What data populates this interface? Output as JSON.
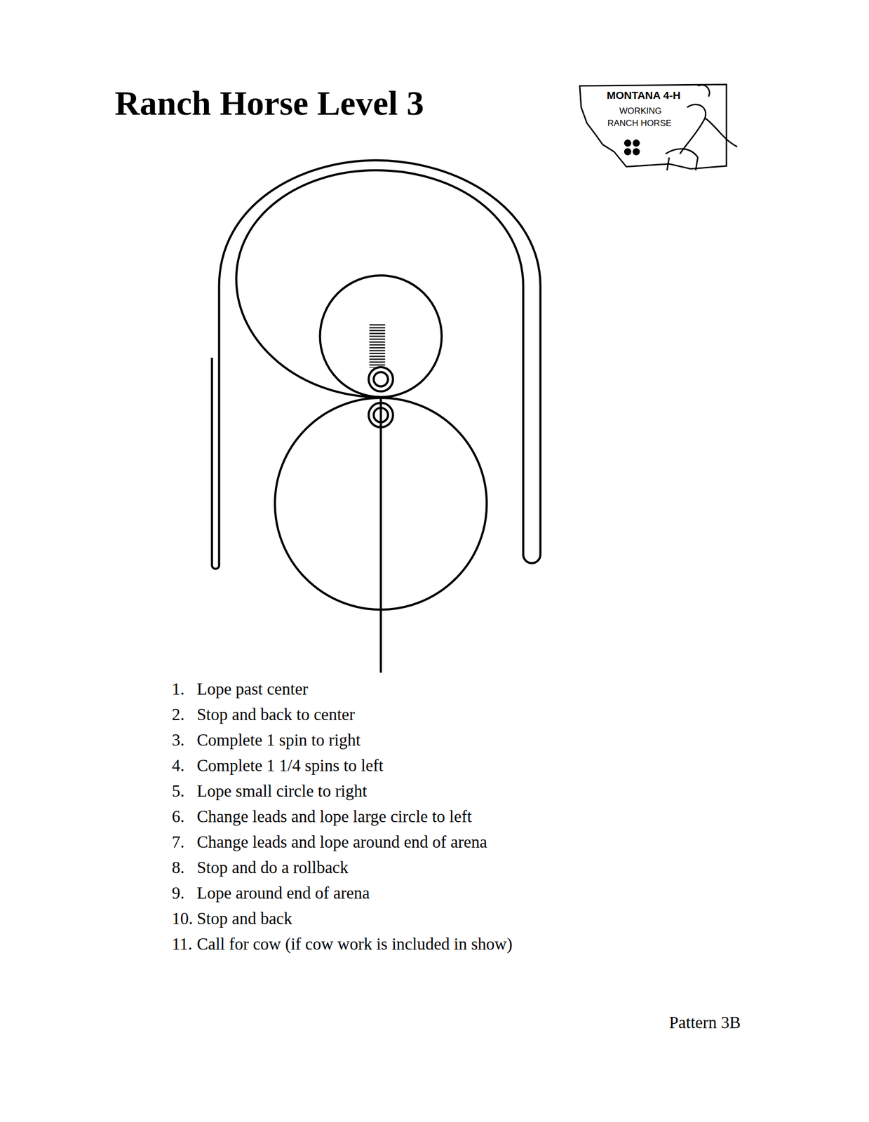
{
  "diagram": {
    "title": "Ranch Horse Level 3",
    "labels": [
      "MONTANA 4-H",
      "WORKING",
      "RANCH HORSE",
      "1.",
      "Lope past center",
      "2.",
      "Stop and back to center",
      "3.",
      "Complete 1 spin to right",
      "4.",
      "Complete 1 1/4 spins to left",
      "5.",
      "Lope small circle to right",
      "6.",
      "Change leads and lope large circle to left",
      "7.",
      "Change leads and lope around end of arena",
      "8.",
      "Stop and do a rollback",
      "9.",
      "Lope around end of arena",
      "10.",
      "Stop and back",
      "11.",
      "Call for cow (if cow work is included in show)",
      "Pattern 3B"
    ]
  }
}
